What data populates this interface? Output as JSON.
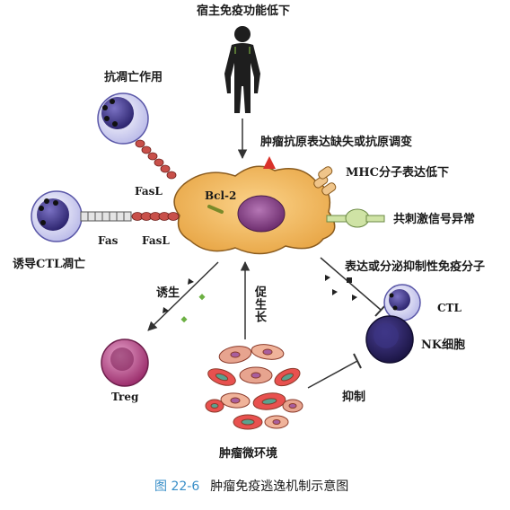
{
  "labels": {
    "host": "宿主免疫功能低下",
    "antigen": "肿瘤抗原表达缺失或抗原调变",
    "mhc": "MHC分子表达低下",
    "costim": "共刺激信号异常",
    "antiapoptosis": "抗凋亡作用",
    "fasl_upper": "FasL",
    "fas": "Fas",
    "fasl_lower": "FasL",
    "bcl2": "Bcl-2",
    "induce_ctl": "诱导CTL凋亡",
    "induce": "诱生",
    "promote": "促生长",
    "secrete": "表达或分泌抑制性免疫分子",
    "ctl": "CTL",
    "nk": "NK细胞",
    "treg": "Treg",
    "inhibit": "抑制",
    "microenv": "肿瘤微环境"
  },
  "caption": {
    "number": "图 22-6",
    "title": "肿瘤免疫逃逸机制示意图"
  }
}
